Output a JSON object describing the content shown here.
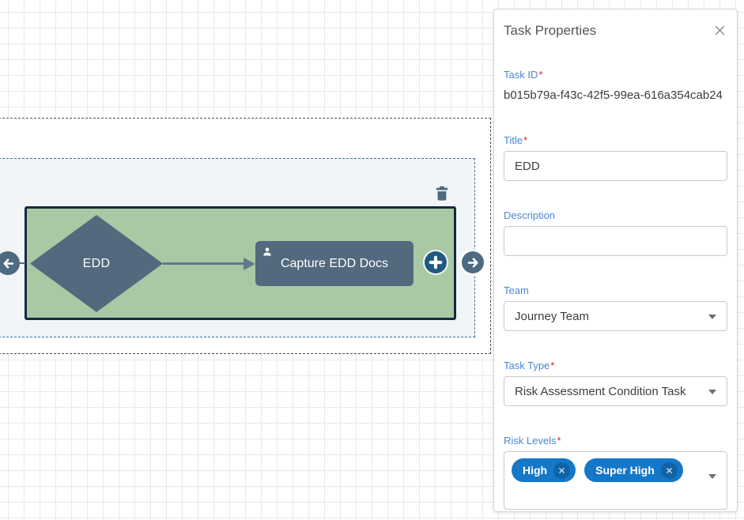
{
  "canvas": {
    "nodes": {
      "condition": {
        "label": "EDD",
        "shape": "diamond"
      },
      "task": {
        "label": "Capture EDD Docs",
        "icon": "person-icon"
      }
    },
    "toolbar_icons": {
      "trash": "trash-can",
      "plus": "+",
      "prev": "←",
      "next": "→"
    },
    "colors": {
      "group_green": "#a9c9a5",
      "group_border_navy": "#152a3e",
      "node_slate": "#52697e",
      "plus_navy": "#1e5a82",
      "inner_region_fill": "#f1f5f8",
      "inner_dash_blue": "#34709f",
      "outer_dash_gray": "#4f4f4f"
    }
  },
  "panel": {
    "title": "Task Properties",
    "close_icon": "✕",
    "required_marker": "*",
    "fields": {
      "task_id": {
        "label": "Task ID",
        "required": true,
        "value": "b015b79a-f43c-42f5-99ea-616a354cab24"
      },
      "title": {
        "label": "Title",
        "required": true,
        "value": "EDD"
      },
      "description": {
        "label": "Description",
        "required": false,
        "value": ""
      },
      "team": {
        "label": "Team",
        "required": false,
        "value": "Journey Team"
      },
      "task_type": {
        "label": "Task Type",
        "required": true,
        "value": "Risk Assessment Condition Task"
      },
      "risk_levels": {
        "label": "Risk Levels",
        "required": true,
        "chips": [
          "High",
          "Super High"
        ]
      }
    },
    "colors": {
      "label_blue": "#4a86d8",
      "required_red": "#e02020",
      "chip_blue": "#1577c8",
      "title_gray": "#575757"
    }
  }
}
